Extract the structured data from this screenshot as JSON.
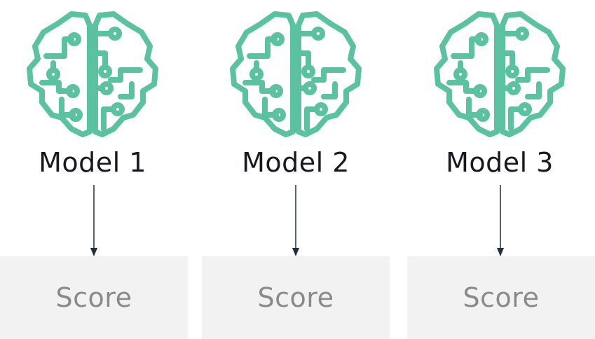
{
  "colors": {
    "brain_icon": "#5ac2a1",
    "label_text": "#16191f",
    "score_box": "#f2f2f2",
    "score_text": "#8a8a8a",
    "arrow": "#232f3e"
  },
  "models": [
    {
      "label": "Model 1",
      "icon": "brain-circuit-icon",
      "score_label": "Score"
    },
    {
      "label": "Model 2",
      "icon": "brain-circuit-icon",
      "score_label": "Score"
    },
    {
      "label": "Model 3",
      "icon": "brain-circuit-icon",
      "score_label": "Score"
    }
  ]
}
